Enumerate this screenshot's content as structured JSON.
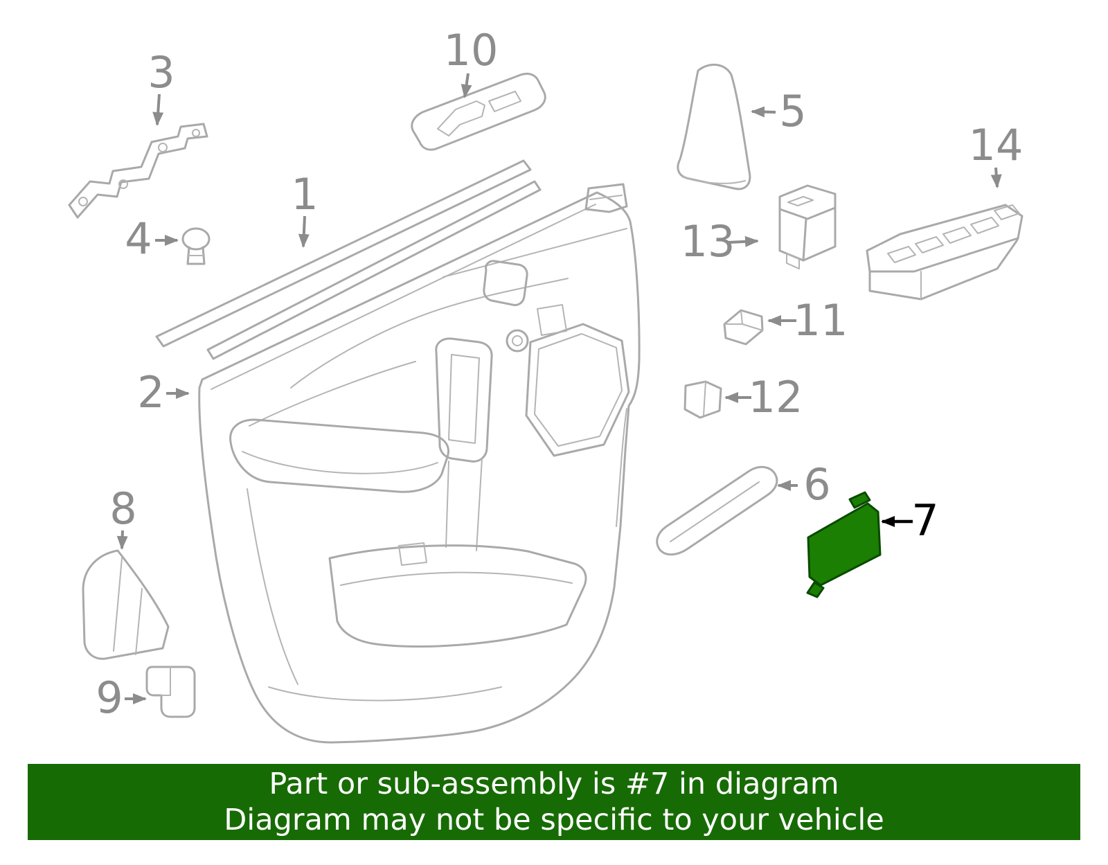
{
  "diagram": {
    "callouts": [
      {
        "num": "1"
      },
      {
        "num": "2"
      },
      {
        "num": "3"
      },
      {
        "num": "4"
      },
      {
        "num": "5"
      },
      {
        "num": "6"
      },
      {
        "num": "7"
      },
      {
        "num": "8"
      },
      {
        "num": "9"
      },
      {
        "num": "10"
      },
      {
        "num": "11"
      },
      {
        "num": "12"
      },
      {
        "num": "13"
      },
      {
        "num": "14"
      }
    ],
    "highlighted_callout": "7"
  },
  "highlight": {
    "fill": "#1b7f03",
    "stroke": "#0a4a00"
  },
  "banner": {
    "line1": "Part or sub-assembly is #7 in diagram",
    "line2": "Diagram may not be specific to your vehicle",
    "bg": "#176b04",
    "fg": "#ffffff"
  },
  "colors": {
    "line": "#a9a9a9",
    "label": "#8c8c8c",
    "emphasis": "#000000",
    "background": "#ffffff"
  }
}
